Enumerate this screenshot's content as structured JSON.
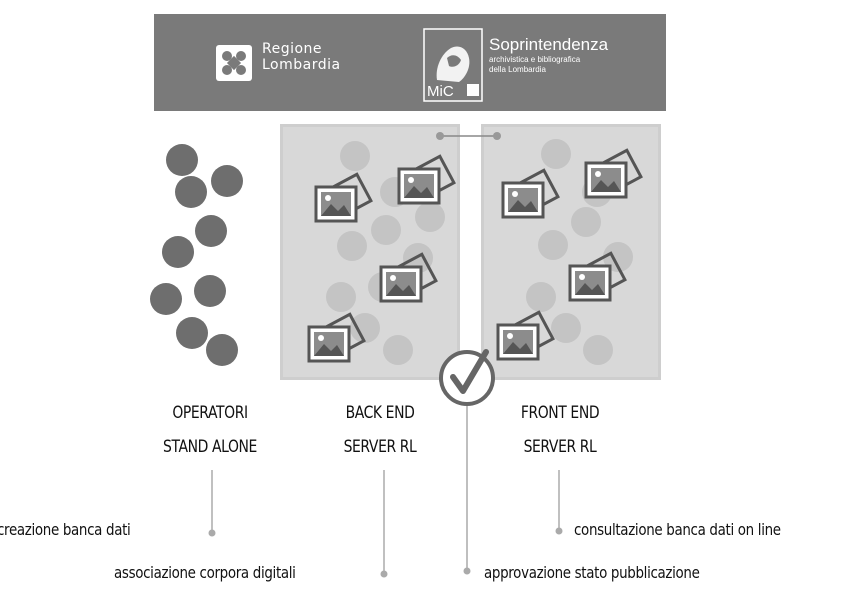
{
  "header": {
    "logo_left": {
      "line1": "Regione",
      "line2": "Lombardia",
      "icon": "regione-lombardia-logo-icon"
    },
    "logo_right": {
      "title": "Soprintendenza",
      "sub1": "archivistica e bibliografica",
      "sub2": "della Lombardia",
      "badge": "MiC",
      "icon": "mic-logo-icon"
    },
    "background": "#7a7a7a"
  },
  "columns": [
    {
      "line1": "OPERATORI",
      "line2": "STAND ALONE"
    },
    {
      "line1": "BACK END",
      "line2": "SERVER RL"
    },
    {
      "line1": "FRONT END",
      "line2": "SERVER RL"
    }
  ],
  "labels": {
    "creation": "creazione banca dati",
    "association": "associazione corpora digitali",
    "approval": "approvazione stato pubblicazione",
    "consultation": "consultazione banca dati on line"
  },
  "colors": {
    "dot": "#6e6e6e",
    "faint_dot": "#c4c4c4",
    "panel": "#d8d8d8",
    "icon": "#555555",
    "check": "#666666"
  },
  "icons": [
    "image-stack-icon",
    "checkmark-circle-icon"
  ]
}
